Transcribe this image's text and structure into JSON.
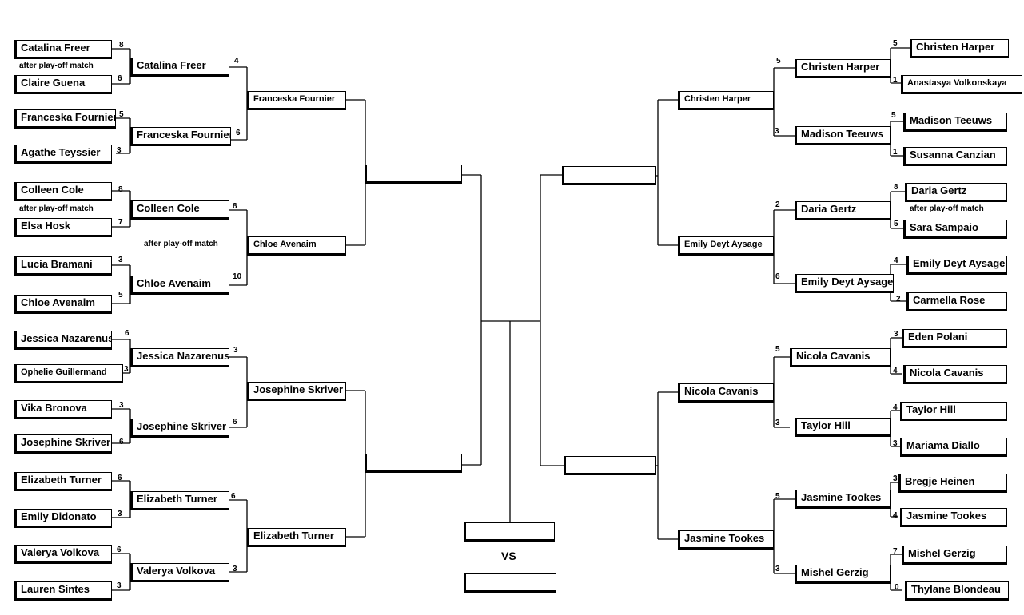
{
  "left": {
    "r1": [
      {
        "name": "Catalina Freer",
        "score": "8"
      },
      {
        "name": "Claire Guena",
        "score": "6"
      },
      {
        "name": "Franceska Fournier",
        "score": "5"
      },
      {
        "name": "Agathe Teyssier",
        "score": "3"
      },
      {
        "name": "Colleen Cole",
        "score": "8"
      },
      {
        "name": "Elsa Hosk",
        "score": "7"
      },
      {
        "name": "Lucia Bramani",
        "score": "3"
      },
      {
        "name": "Chloe Avenaim",
        "score": "5"
      },
      {
        "name": "Jessica Nazarenus",
        "score": "6"
      },
      {
        "name": "Ophelie Guillermand",
        "score": "3"
      },
      {
        "name": "Vika Bronova",
        "score": "3"
      },
      {
        "name": "Josephine Skriver",
        "score": "6"
      },
      {
        "name": "Elizabeth Turner",
        "score": "6"
      },
      {
        "name": "Emily Didonato",
        "score": "3"
      },
      {
        "name": "Valerya Volkova",
        "score": "6"
      },
      {
        "name": "Lauren Sintes",
        "score": "3"
      }
    ],
    "r2": [
      {
        "name": "Catalina Freer",
        "score": "4"
      },
      {
        "name": "Franceska Fournier",
        "score": "6"
      },
      {
        "name": "Colleen Cole",
        "score": "8"
      },
      {
        "name": "Chloe Avenaim",
        "score": "10"
      },
      {
        "name": "Jessica Nazarenus",
        "score": "3"
      },
      {
        "name": "Josephine Skriver",
        "score": "6"
      },
      {
        "name": "Elizabeth Turner",
        "score": "6"
      },
      {
        "name": "Valerya Volkova",
        "score": "3"
      }
    ],
    "r3": [
      {
        "name": "Franceska Fournier"
      },
      {
        "name": "Chloe Avenaim"
      },
      {
        "name": "Josephine Skriver"
      },
      {
        "name": "Elizabeth Turner"
      }
    ],
    "r4": [
      {
        "name": ""
      },
      {
        "name": ""
      }
    ]
  },
  "right": {
    "r1": [
      {
        "name": "Christen Harper",
        "score": "5"
      },
      {
        "name": "Anastasya Volkonskaya",
        "score": "1"
      },
      {
        "name": "Madison Teeuws",
        "score": "5"
      },
      {
        "name": "Susanna Canzian",
        "score": "1"
      },
      {
        "name": "Daria Gertz",
        "score": "8"
      },
      {
        "name": "Sara Sampaio",
        "score": "5"
      },
      {
        "name": "Emily Deyt Aysage",
        "score": "4"
      },
      {
        "name": "Carmella Rose",
        "score": "2"
      },
      {
        "name": "Eden Polani",
        "score": "3"
      },
      {
        "name": "Nicola Cavanis",
        "score": "4"
      },
      {
        "name": "Taylor Hill",
        "score": "4"
      },
      {
        "name": "Mariama Diallo",
        "score": "3"
      },
      {
        "name": "Bregje Heinen",
        "score": "3"
      },
      {
        "name": "Jasmine Tookes",
        "score": "4"
      },
      {
        "name": "Mishel Gerzig",
        "score": "7"
      },
      {
        "name": "Thylane Blondeau",
        "score": "0"
      }
    ],
    "r2": [
      {
        "name": "Christen Harper",
        "score": "5"
      },
      {
        "name": "Madison Teeuws",
        "score": "3"
      },
      {
        "name": "Daria Gertz",
        "score": "2"
      },
      {
        "name": "Emily Deyt Aysage",
        "score": "6"
      },
      {
        "name": "Nicola Cavanis",
        "score": "5"
      },
      {
        "name": "Taylor Hill",
        "score": "3"
      },
      {
        "name": "Jasmine Tookes",
        "score": "5"
      },
      {
        "name": "Mishel Gerzig",
        "score": "3"
      }
    ],
    "r3": [
      {
        "name": "Christen Harper"
      },
      {
        "name": "Emily Deyt Aysage"
      },
      {
        "name": "Nicola Cavanis"
      },
      {
        "name": "Jasmine Tookes"
      }
    ],
    "r4": [
      {
        "name": ""
      },
      {
        "name": ""
      }
    ]
  },
  "final": {
    "top": "",
    "bottom": "",
    "vs_label": "VS"
  },
  "notes": {
    "note1": "after play-off match",
    "note2": "after play-off match",
    "note3": "after play-off match",
    "note4": "after play-off match"
  }
}
